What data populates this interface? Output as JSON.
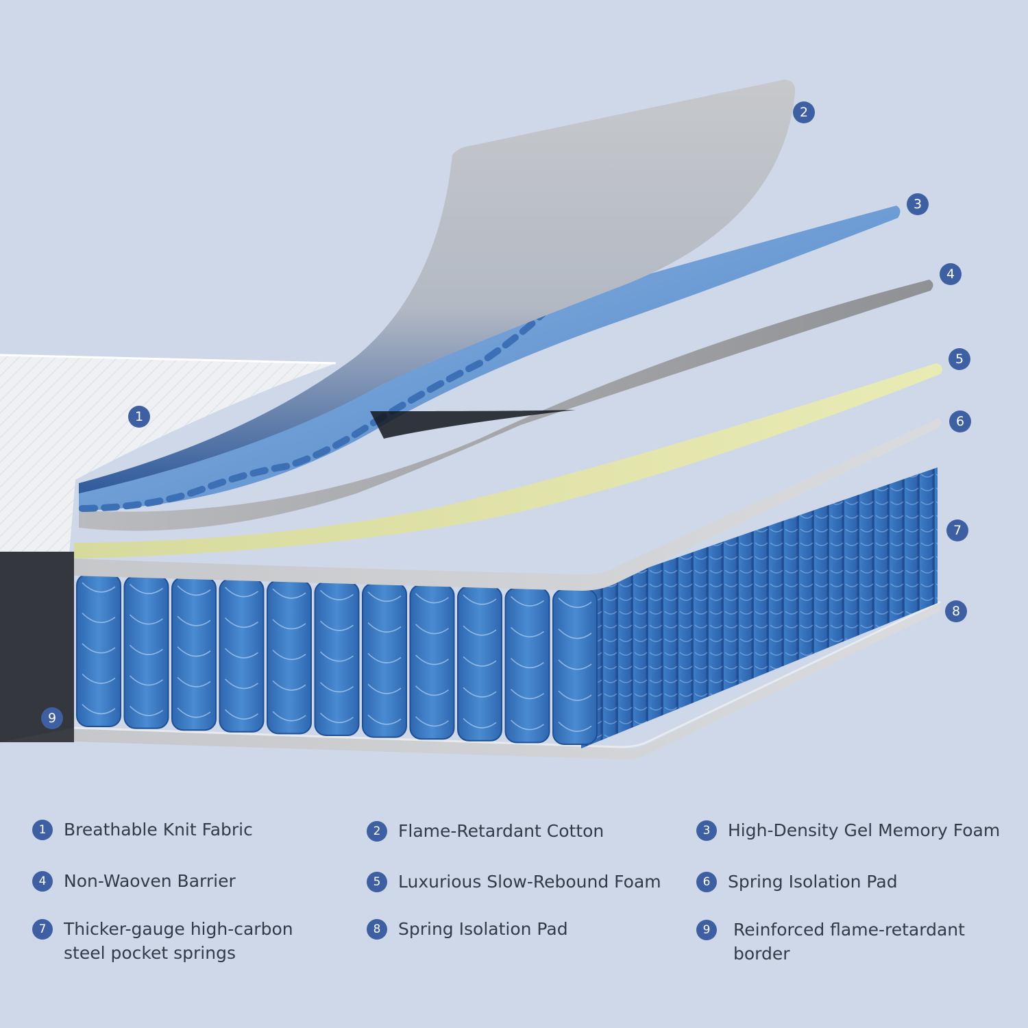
{
  "colors": {
    "background": "#cfd8e9",
    "badge": "#3f5fa3",
    "badge_text": "#ffffff",
    "fabric": "#eef0f3",
    "cotton": "#c8cacd",
    "gel_foam": "#7ea9d8",
    "barrier": "#9c9ea1",
    "slow_foam": "#e0e3a6",
    "isolation_pad": "#cdcfd2",
    "springs": "#3a77c2",
    "border": "#3a3d43",
    "label_text": "#333a47"
  },
  "callouts": {
    "c1": "1",
    "c2": "2",
    "c3": "3",
    "c4": "4",
    "c5": "5",
    "c6": "6",
    "c7": "7",
    "c8": "8",
    "c9": "9"
  },
  "legend": [
    {
      "number": "1",
      "label": "Breathable Knit Fabric"
    },
    {
      "number": "2",
      "label": "Flame-Retardant Cotton"
    },
    {
      "number": "3",
      "label": "High-Density Gel Memory Foam"
    },
    {
      "number": "4",
      "label": "Non-Waoven Barrier"
    },
    {
      "number": "5",
      "label": "Luxurious Slow-Rebound Foam"
    },
    {
      "number": "6",
      "label": "Spring Isolation Pad"
    },
    {
      "number": "7",
      "label": "Thicker-gauge high-carbon steel pocket springs"
    },
    {
      "number": "8",
      "label": "Spring Isolation Pad"
    },
    {
      "number": "9",
      "label": "Reinforced flame-retardant border"
    }
  ]
}
